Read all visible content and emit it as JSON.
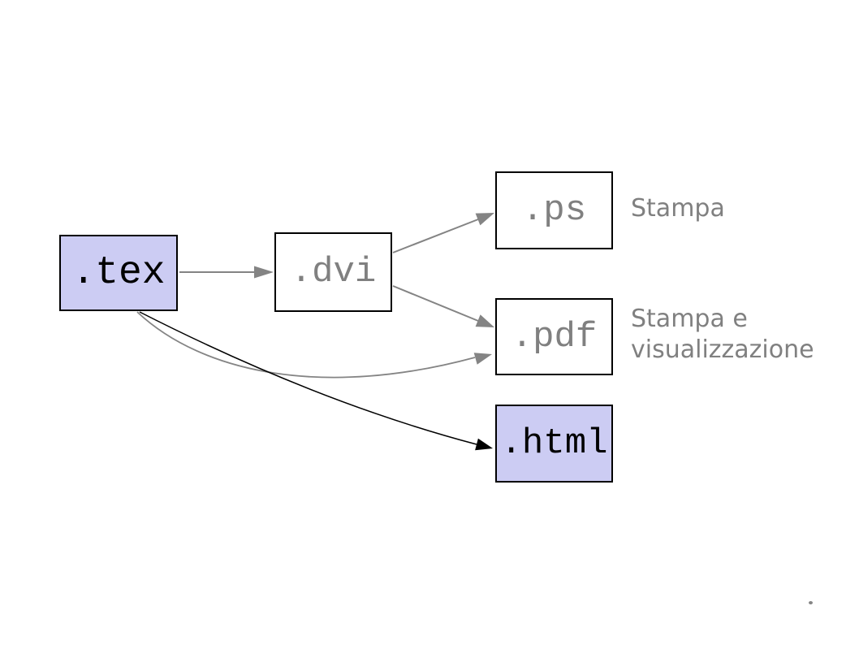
{
  "diagram": {
    "title": "",
    "nodes": [
      {
        "id": "tex",
        "label": ".tex",
        "highlighted": true
      },
      {
        "id": "dvi",
        "label": ".dvi",
        "highlighted": false
      },
      {
        "id": "ps",
        "label": ".ps",
        "highlighted": false
      },
      {
        "id": "pdf",
        "label": ".pdf",
        "highlighted": false
      },
      {
        "id": "html",
        "label": ".html",
        "highlighted": true
      }
    ],
    "edges": [
      {
        "from": "tex",
        "to": "dvi",
        "color": "gray",
        "style": "straight"
      },
      {
        "from": "dvi",
        "to": "ps",
        "color": "gray",
        "style": "straight"
      },
      {
        "from": "dvi",
        "to": "pdf",
        "color": "gray",
        "style": "straight"
      },
      {
        "from": "tex",
        "to": "pdf",
        "color": "gray",
        "style": "curved"
      },
      {
        "from": "tex",
        "to": "html",
        "color": "black",
        "style": "curved"
      }
    ],
    "annotations": [
      {
        "for": "ps",
        "text": "Stampa"
      },
      {
        "for": "pdf",
        "lines": [
          "Stampa e",
          "visualizzazione"
        ]
      }
    ],
    "colors": {
      "background": "#ffffff",
      "highlight_fill": "#ccccf3",
      "plain_fill": "#ffffff",
      "border": "#000000",
      "gray_text": "#808080",
      "gray_arrow": "#848484",
      "black_arrow": "#000000",
      "annotation_text": "#808080"
    }
  }
}
